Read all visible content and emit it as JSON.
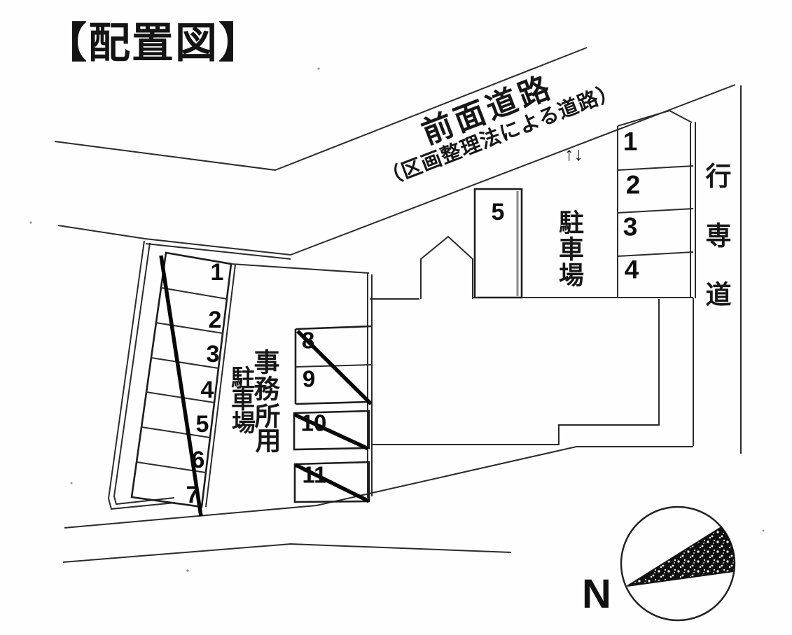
{
  "title": "【配置図】",
  "front_road": {
    "name": "前面道路",
    "note": "（区画整理法による道路）",
    "arrows": "↑↓"
  },
  "right_road": {
    "chars": [
      "行",
      "専",
      "道"
    ]
  },
  "north_parking": {
    "label_chars": [
      "駐",
      "車",
      "場"
    ],
    "spaces": [
      "1",
      "2",
      "3",
      "4"
    ],
    "space5": "5"
  },
  "office_parking": {
    "label_col1_chars": [
      "事",
      "務",
      "所",
      "用"
    ],
    "label_col2_chars": [
      "駐",
      "車",
      "場"
    ],
    "west_spaces": [
      "1",
      "2",
      "3",
      "4",
      "5",
      "6",
      "7"
    ],
    "mid_spaces": [
      "8",
      "9",
      "10",
      "11"
    ]
  },
  "compass": {
    "north_label": "N"
  },
  "colors": {
    "ink": "#1d1d1d",
    "paper": "#fefefe"
  }
}
